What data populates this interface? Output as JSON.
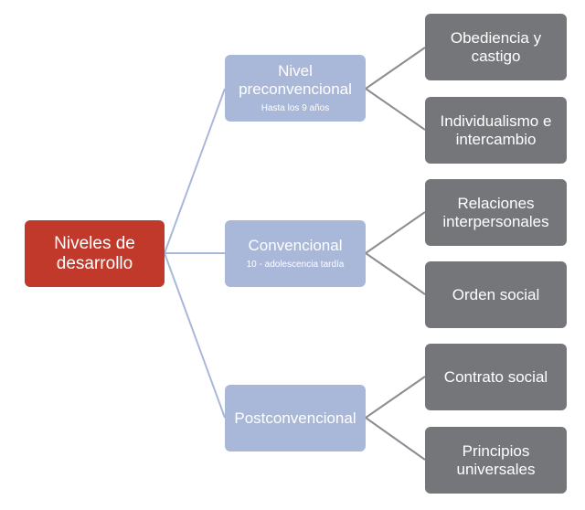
{
  "root": {
    "label": "Niveles de desarrollo"
  },
  "levels": [
    {
      "title": "Nivel preconvencional",
      "subtitle": "Hasta los 9 años",
      "stages": [
        "Obediencia y castigo",
        "Individualismo e intercambio"
      ]
    },
    {
      "title": "Convencional",
      "subtitle": "10 - adolescencia tardía",
      "stages": [
        "Relaciones interpersonales",
        "Orden social"
      ]
    },
    {
      "title": "Postconvencional",
      "subtitle": "",
      "stages": [
        "Contrato social",
        "Principios universales"
      ]
    }
  ],
  "colors": {
    "root": "#c0392b",
    "level": "#a9b8d9",
    "stage": "#74767a",
    "connector": "#a9b8d9",
    "connector_right": "#8a8d92"
  }
}
